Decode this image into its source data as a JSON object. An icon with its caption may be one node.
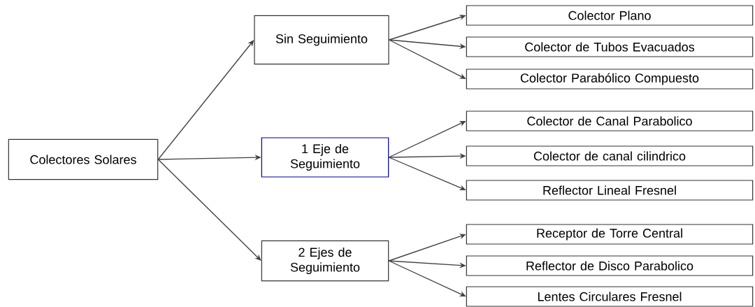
{
  "diagram": {
    "nodes": [
      {
        "text": [
          "Colectores Solares"
        ]
      },
      {
        "text": [
          "Sin Seguimiento"
        ]
      },
      {
        "text": [
          "1 Eje de Seguimiento"
        ]
      },
      {
        "text": [
          "2 Ejes de Seguimiento"
        ]
      },
      {
        "text": [
          "Colector Plano"
        ]
      },
      {
        "text": [
          "Colector de Tubos Evacuados"
        ]
      },
      {
        "text": [
          "Colector Parabólico Compuesto"
        ]
      },
      {
        "text": [
          "Colector de Canal Parabolico"
        ]
      },
      {
        "text": [
          "Colector de canal cilindrico"
        ]
      },
      {
        "text": [
          "Reflector Lineal Fresnel"
        ]
      },
      {
        "text": [
          "Receptor de Torre Central"
        ]
      },
      {
        "text": [
          "Reflector de Disco Parabolico"
        ]
      },
      {
        "text": [
          "Lentes Circulares Fresnel"
        ]
      }
    ],
    "edges": [
      {
        "from": 0,
        "to": 1,
        "arrow": "to"
      },
      {
        "from": 0,
        "to": 2,
        "arrow": "to"
      },
      {
        "from": 0,
        "to": 3,
        "arrow": "to"
      },
      {
        "from": 1,
        "to": 4,
        "arrow": "to"
      },
      {
        "from": 1,
        "to": 5,
        "arrow": "to"
      },
      {
        "from": 1,
        "to": 6,
        "arrow": "to"
      },
      {
        "from": 2,
        "to": 7,
        "arrow": "to"
      },
      {
        "from": 2,
        "to": 8,
        "arrow": "to"
      },
      {
        "from": 2,
        "to": 9,
        "arrow": "to"
      },
      {
        "from": 3,
        "to": 10,
        "arrow": "to"
      },
      {
        "from": 3,
        "to": 11,
        "arrow": "to"
      },
      {
        "from": 3,
        "to": 12,
        "arrow": "to"
      }
    ]
  }
}
